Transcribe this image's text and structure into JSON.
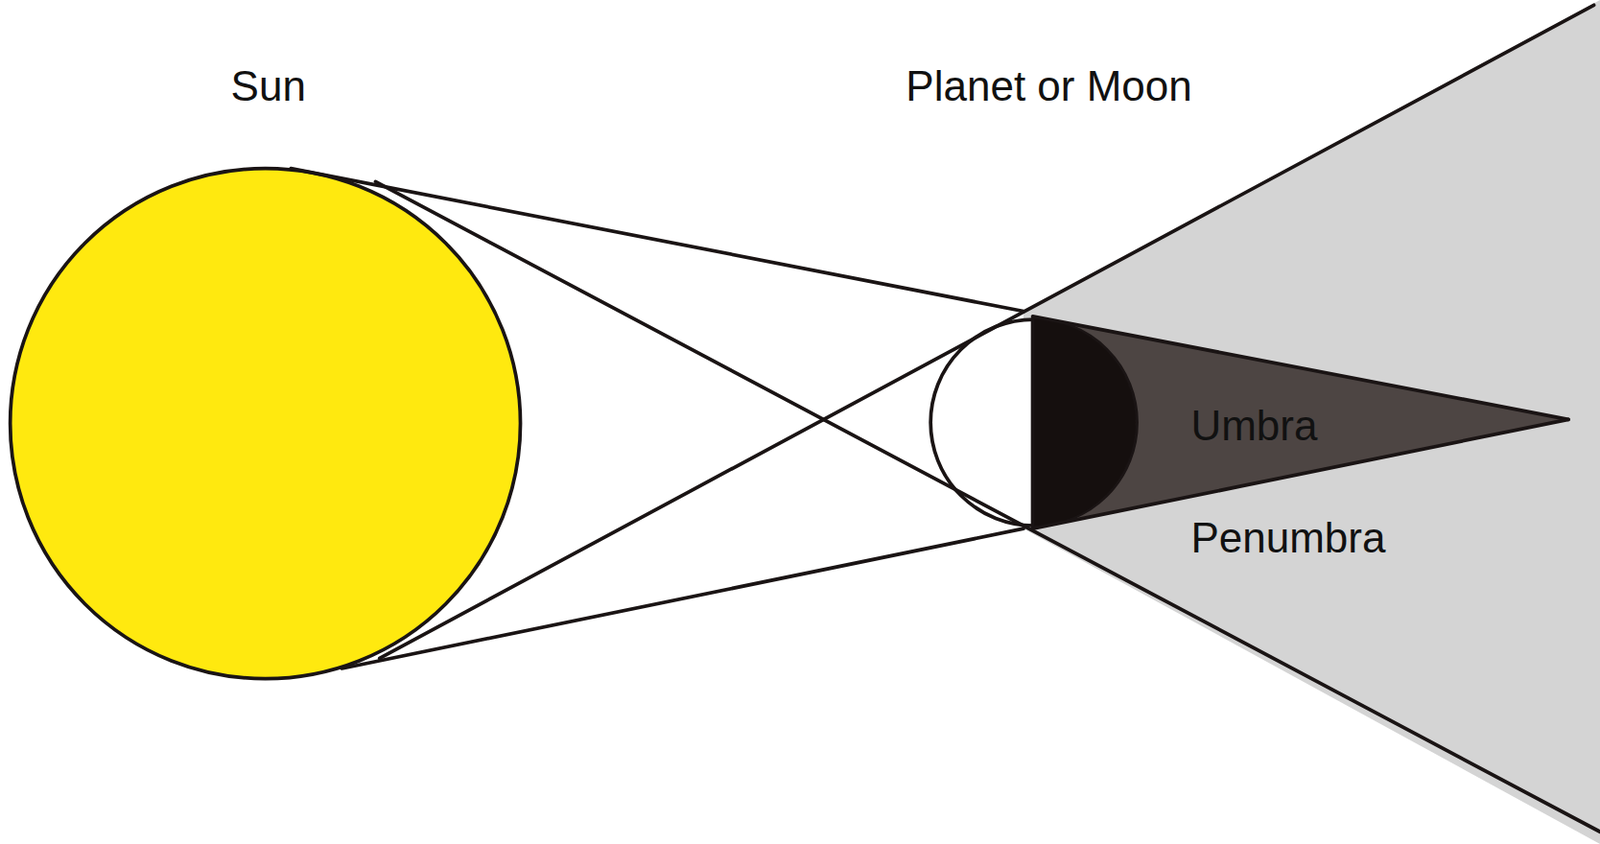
{
  "diagram": {
    "labels": [
      "Sun",
      "Planet or Moon",
      "Umbra",
      "Penumbra"
    ]
  }
}
